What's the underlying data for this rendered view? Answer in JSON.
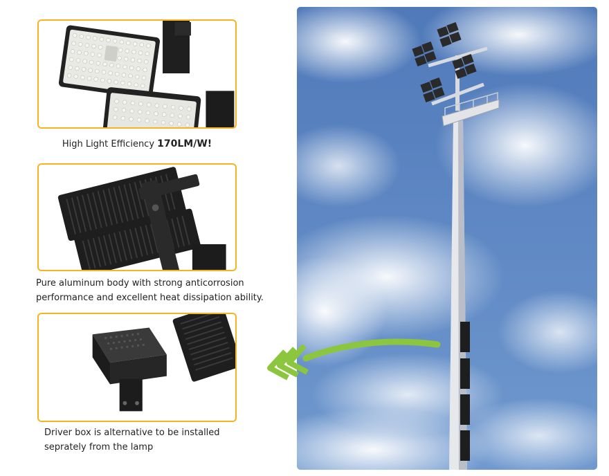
{
  "features": [
    {
      "caption_prefix": "High Light Efficiency ",
      "caption_highlight": "170LM/W!"
    },
    {
      "caption_line1": "Pure aluminum body with strong anticorrosion",
      "caption_line2": "performance and excellent heat dissipation ability."
    },
    {
      "caption_line1": "Driver box is alternative to be installed",
      "caption_line2": "seprately from the lamp"
    }
  ],
  "colors": {
    "card_border": "#f5b41d",
    "arrow": "#8cc63f",
    "sky": "#5f87c4"
  }
}
